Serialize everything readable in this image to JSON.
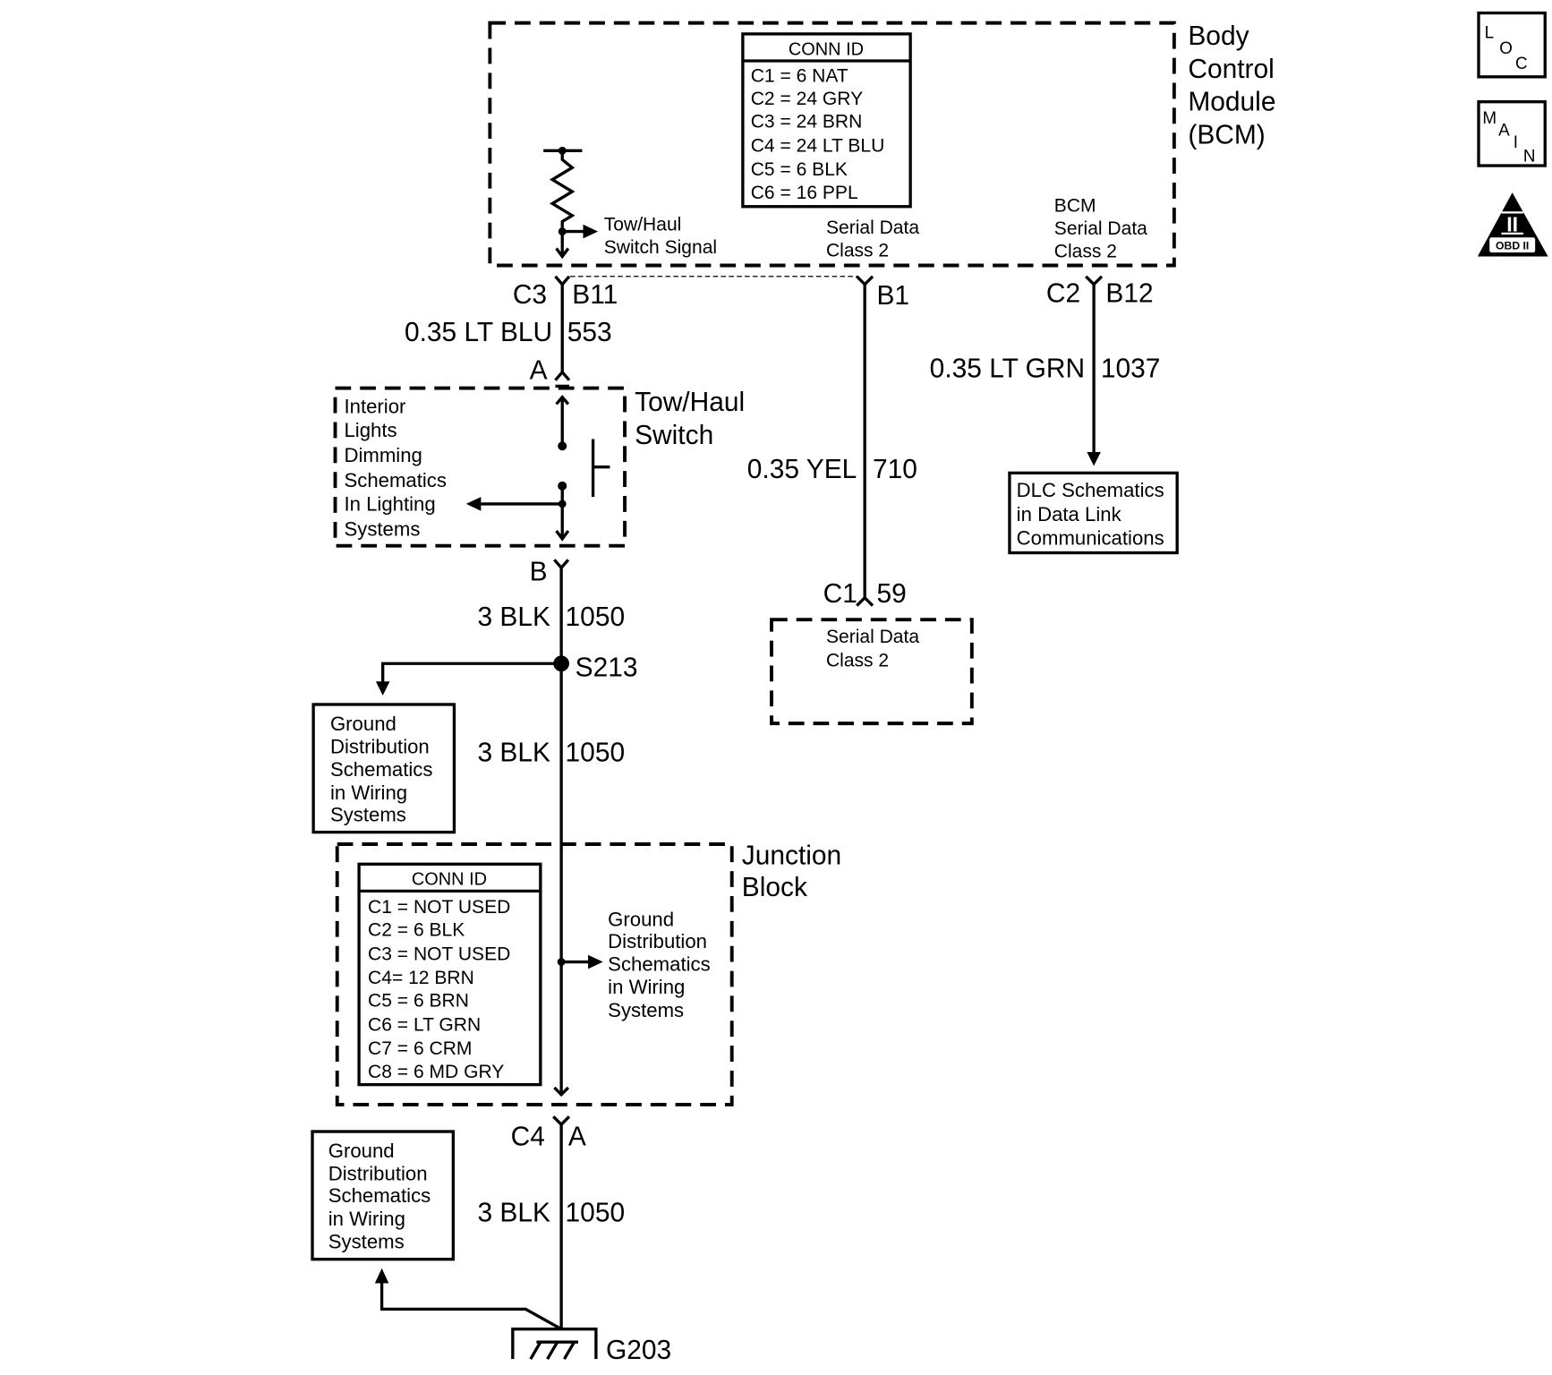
{
  "colors": {
    "line": "#000000",
    "background": "#ffffff"
  },
  "bcm": {
    "title": [
      "Body",
      "Control",
      "Module",
      "(BCM)"
    ],
    "conn_id": {
      "header": "CONN ID",
      "rows": [
        "C1 = 6 NAT",
        "C2 = 24 GRY",
        "C3 = 24 BRN",
        "C4 = 24 LT BLU",
        "C5 = 6 BLK",
        "C6 = 16 PPL"
      ]
    },
    "tow_haul_switch_signal": [
      "Tow/Haul",
      "Switch Signal"
    ],
    "serial_data_class2": [
      "Serial Data",
      "Class 2"
    ],
    "bcm_serial_data_class2": [
      "BCM",
      "Serial Data",
      "Class 2"
    ],
    "connector_c3": {
      "id": "C3",
      "pin": "B11"
    },
    "pin_b1": "B1",
    "connector_c2": {
      "id": "C2",
      "pin": "B12"
    }
  },
  "circuits": {
    "tow_haul_signal": {
      "wire": "0.35 LT BLU",
      "number": "553"
    },
    "serial_data": {
      "wire": "0.35 YEL",
      "number": "710"
    },
    "bcm_serial_data": {
      "wire": "0.35 LT GRN",
      "number": "1037"
    },
    "ground_upper": {
      "wire": "3 BLK",
      "number": "1050"
    },
    "ground_middle": {
      "wire": "3 BLK",
      "number": "1050"
    },
    "ground_lower": {
      "wire": "3 BLK",
      "number": "1050"
    }
  },
  "tow_haul_switch": {
    "title": [
      "Tow/Haul",
      "Switch"
    ],
    "pin_a": "A",
    "pin_b": "B",
    "interior_lights_ref": [
      "Interior",
      "Lights",
      "Dimming",
      "Schematics",
      "In Lighting",
      "Systems"
    ]
  },
  "dlc_ref": [
    "DLC Schematics",
    "in Data Link",
    "Communications"
  ],
  "serial_data_module": {
    "connector": {
      "id": "C1",
      "pin": "59"
    },
    "label": [
      "Serial Data",
      "Class 2"
    ]
  },
  "splice": "S213",
  "ground_refs": {
    "splice": [
      "Ground",
      "Distribution",
      "Schematics",
      "in Wiring",
      "Systems"
    ],
    "junction": [
      "Ground",
      "Distribution",
      "Schematics",
      "in Wiring",
      "Systems"
    ],
    "g203": [
      "Ground",
      "Distribution",
      "Schematics",
      "in Wiring",
      "Systems"
    ]
  },
  "junction_block": {
    "title": [
      "Junction",
      "Block"
    ],
    "conn_id": {
      "header": "CONN ID",
      "rows": [
        "C1 = NOT USED",
        "C2 = 6 BLK",
        "C3 = NOT USED",
        "C4= 12 BRN",
        "C5 = 6 BRN",
        "C6 = LT GRN",
        "C7 = 6 CRM",
        "C8 = 6 MD GRY"
      ]
    },
    "connector_c4": {
      "id": "C4",
      "pin": "A"
    }
  },
  "ground": "G203",
  "nav_icons": {
    "loc": [
      "L",
      "O",
      "C"
    ],
    "main": [
      "M",
      "A",
      "I",
      "N"
    ],
    "obd": {
      "numeral": "II",
      "label": "OBD II"
    }
  }
}
